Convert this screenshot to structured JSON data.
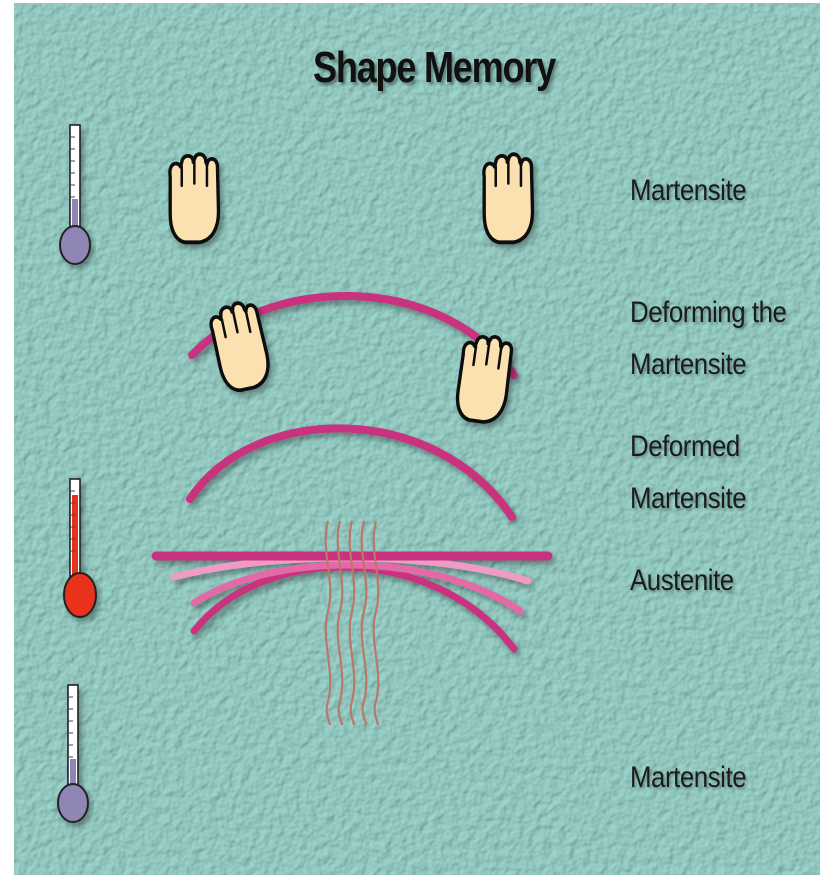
{
  "title": "Shape Memory",
  "labels": {
    "martensite_top": "Martensite",
    "deforming_line1": "Deforming the",
    "deforming_line2": "Martensite",
    "deformed_line1": "Deformed",
    "deformed_line2": "Martensite",
    "austenite": "Austenite",
    "martensite_bottom": "Martensite"
  },
  "icons": {
    "thermometer_cold": "thermometer-cold-icon",
    "thermometer_hot": "thermometer-hot-icon",
    "hand": "hand-icon",
    "heat": "heat-waves-icon"
  },
  "colors": {
    "background": "#9ed8cf",
    "wire": "#c8327f",
    "wire_light": "#ee9cc4",
    "cold_bulb": "#8f86b6",
    "hot_bulb": "#e8321c",
    "hand": "#fbe0b0",
    "heat_waves": "#b8786a"
  }
}
